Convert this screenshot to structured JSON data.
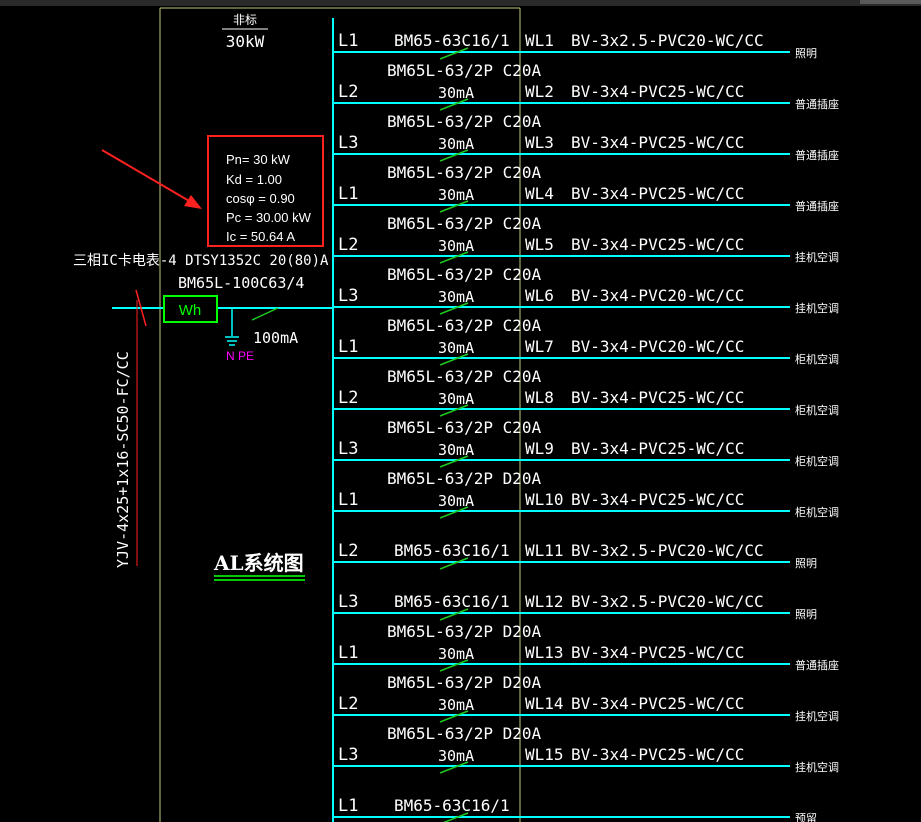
{
  "colors": {
    "background": "#000000",
    "bus": "#00ffff",
    "panel_frame": "#c8c878",
    "breaker": "#1ec81e",
    "text": "#ffffff",
    "highlight": "#ff2020",
    "meter": "#00ff00",
    "ground": "#ff00ff",
    "title_underline": "#00cc00"
  },
  "header": {
    "type": "非标",
    "power": "30kW"
  },
  "calc_box": {
    "pn": "Pn= 30 kW",
    "kd": "Kd = 1.00",
    "cos": "cosφ = 0.90",
    "pc": "Pc = 30.00 kW",
    "ic": "Ic = 50.64 A"
  },
  "incoming": {
    "meter_spec": "三相IC卡电表-4 DTSY1352C 20(80)A",
    "main_breaker": "BM65L-100C63/4",
    "meter_label": "Wh",
    "leakage": "100mA",
    "npe": "N PE",
    "cable": "YJV-4x25+1x16-SC50-FC/CC"
  },
  "title": "AL系统图",
  "circuits": [
    {
      "phase": "L1",
      "breaker": "BM65-63C16/1",
      "rcd": "",
      "circuit": "WL1",
      "cable": "BV-3x2.5-PVC20-WC/CC",
      "load": "照明"
    },
    {
      "phase": "L2",
      "breaker": "BM65L-63/2P C20A",
      "rcd": "30mA",
      "circuit": "WL2",
      "cable": "BV-3x4-PVC25-WC/CC",
      "load": "普通插座"
    },
    {
      "phase": "L3",
      "breaker": "BM65L-63/2P C20A",
      "rcd": "30mA",
      "circuit": "WL3",
      "cable": "BV-3x4-PVC25-WC/CC",
      "load": "普通插座"
    },
    {
      "phase": "L1",
      "breaker": "BM65L-63/2P C20A",
      "rcd": "30mA",
      "circuit": "WL4",
      "cable": "BV-3x4-PVC25-WC/CC",
      "load": "普通插座"
    },
    {
      "phase": "L2",
      "breaker": "BM65L-63/2P C20A",
      "rcd": "30mA",
      "circuit": "WL5",
      "cable": "BV-3x4-PVC25-WC/CC",
      "load": "挂机空调"
    },
    {
      "phase": "L3",
      "breaker": "BM65L-63/2P C20A",
      "rcd": "30mA",
      "circuit": "WL6",
      "cable": "BV-3x4-PVC20-WC/CC",
      "load": "挂机空调"
    },
    {
      "phase": "L1",
      "breaker": "BM65L-63/2P C20A",
      "rcd": "30mA",
      "circuit": "WL7",
      "cable": "BV-3x4-PVC20-WC/CC",
      "load": "柜机空调"
    },
    {
      "phase": "L2",
      "breaker": "BM65L-63/2P C20A",
      "rcd": "30mA",
      "circuit": "WL8",
      "cable": "BV-3x4-PVC25-WC/CC",
      "load": "柜机空调"
    },
    {
      "phase": "L3",
      "breaker": "BM65L-63/2P C20A",
      "rcd": "30mA",
      "circuit": "WL9",
      "cable": "BV-3x4-PVC25-WC/CC",
      "load": "柜机空调"
    },
    {
      "phase": "L1",
      "breaker": "BM65L-63/2P D20A",
      "rcd": "30mA",
      "circuit": "WL10",
      "cable": "BV-3x4-PVC25-WC/CC",
      "load": "柜机空调"
    },
    {
      "phase": "L2",
      "breaker": "BM65-63C16/1",
      "rcd": "",
      "circuit": "WL11",
      "cable": "BV-3x2.5-PVC20-WC/CC",
      "load": "照明"
    },
    {
      "phase": "L3",
      "breaker": "BM65-63C16/1",
      "rcd": "",
      "circuit": "WL12",
      "cable": "BV-3x2.5-PVC20-WC/CC",
      "load": "照明"
    },
    {
      "phase": "L1",
      "breaker": "BM65L-63/2P D20A",
      "rcd": "30mA",
      "circuit": "WL13",
      "cable": "BV-3x4-PVC25-WC/CC",
      "load": "普通插座"
    },
    {
      "phase": "L2",
      "breaker": "BM65L-63/2P D20A",
      "rcd": "30mA",
      "circuit": "WL14",
      "cable": "BV-3x4-PVC25-WC/CC",
      "load": "挂机空调"
    },
    {
      "phase": "L3",
      "breaker": "BM65L-63/2P D20A",
      "rcd": "30mA",
      "circuit": "WL15",
      "cable": "BV-3x4-PVC25-WC/CC",
      "load": "挂机空调"
    },
    {
      "phase": "L1",
      "breaker": "BM65-63C16/1",
      "rcd": "",
      "circuit": "",
      "cable": "",
      "load": "预留"
    }
  ]
}
